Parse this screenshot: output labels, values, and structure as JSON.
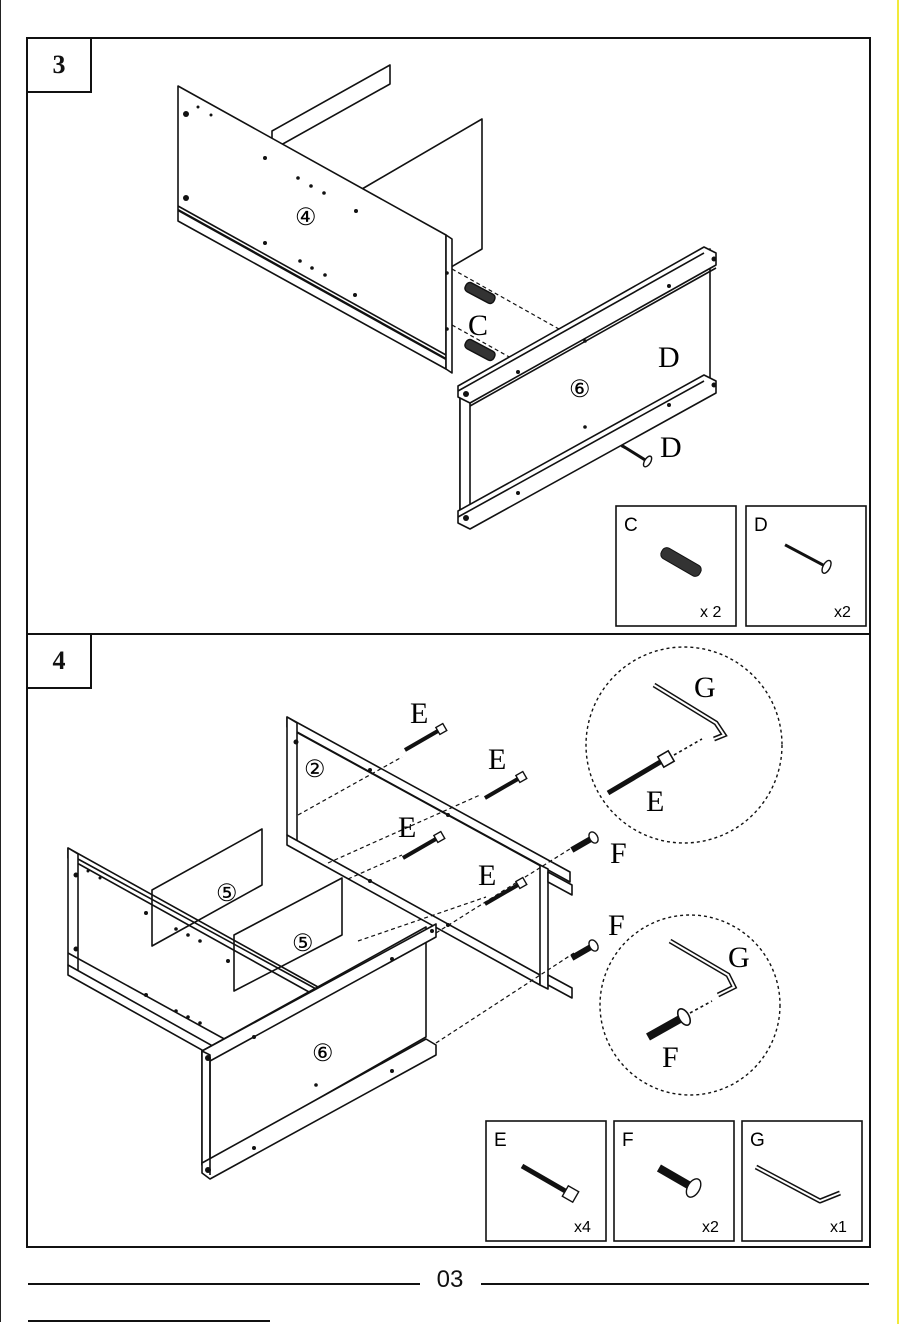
{
  "page_number": "03",
  "step3": {
    "number": "3",
    "labels": {
      "panel_top": "④",
      "panel_side": "⑥",
      "dowel": "C",
      "screw_1": "D",
      "screw_2": "D"
    },
    "parts": [
      {
        "letter": "C",
        "qty": "x 2",
        "icon": "wooden-dowel-icon"
      },
      {
        "letter": "D",
        "qty": "x2",
        "icon": "wood-screw-icon"
      }
    ]
  },
  "step4": {
    "number": "4",
    "labels": {
      "frame": "②",
      "shelf_1": "⑤",
      "shelf_2": "⑤",
      "side": "⑥",
      "bolt_1": "E",
      "bolt_2": "E",
      "bolt_3": "E",
      "bolt_4": "E",
      "cam_1": "F",
      "cam_2": "F",
      "detail_1_key": "G",
      "detail_1_bolt": "E",
      "detail_2_key": "G",
      "detail_2_bolt": "F"
    },
    "parts": [
      {
        "letter": "E",
        "qty": "x4",
        "icon": "connecting-bolt-icon"
      },
      {
        "letter": "F",
        "qty": "x2",
        "icon": "short-bolt-icon"
      },
      {
        "letter": "G",
        "qty": "x1",
        "icon": "allen-key-icon"
      }
    ]
  }
}
